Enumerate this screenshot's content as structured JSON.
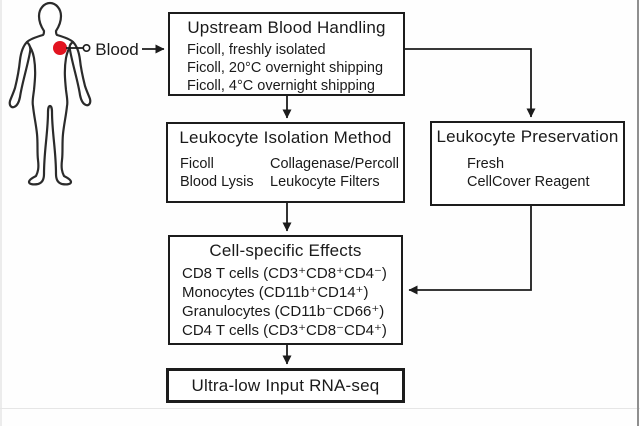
{
  "figure": {
    "blood_label": "Blood"
  },
  "colors": {
    "blood_dot": "#e21420",
    "line": "#1c1c1c",
    "body_outline": "#2b2b2b"
  },
  "boxes": {
    "upstream": {
      "title": "Upstream Blood Handling",
      "lines": [
        "Ficoll, freshly isolated",
        "Ficoll, 20°C overnight shipping",
        "Ficoll, 4°C overnight shipping"
      ]
    },
    "isolation": {
      "title": "Leukocyte Isolation Method",
      "left_column": [
        "Ficoll",
        "Blood Lysis"
      ],
      "right_column": [
        "Collagenase/Percoll",
        "Leukocyte Filters"
      ]
    },
    "preservation": {
      "title": "Leukocyte Preservation",
      "lines": [
        "Fresh",
        "CellCover Reagent"
      ]
    },
    "effects": {
      "title": "Cell-specific Effects",
      "lines": [
        "CD8 T cells (CD3⁺CD8⁺CD4⁻)",
        "Monocytes (CD11b⁺CD14⁺)",
        "Granulocytes (CD11b⁻CD66⁺)",
        "CD4 T cells (CD3⁺CD8⁻CD4⁺)"
      ]
    },
    "rnaseq": {
      "title": "Ultra-low Input RNA-seq"
    }
  }
}
